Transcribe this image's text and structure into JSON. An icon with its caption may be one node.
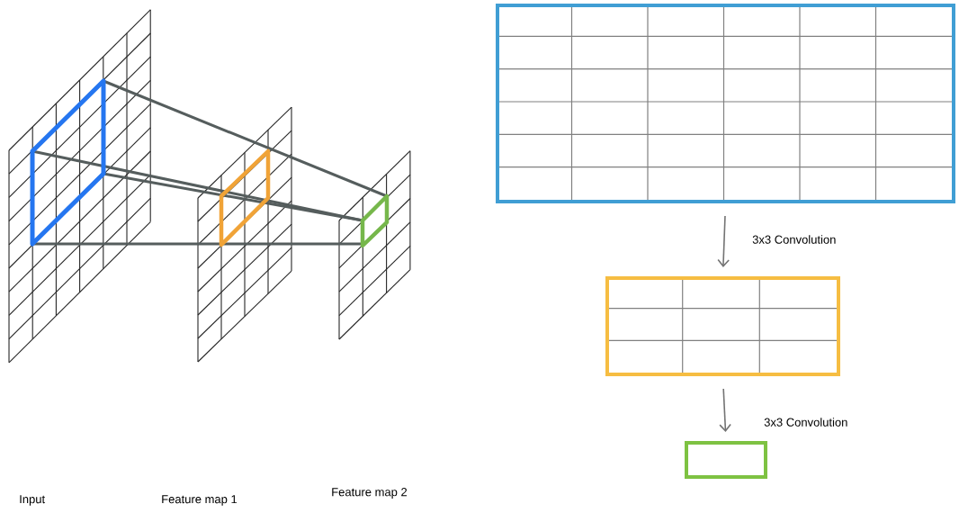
{
  "diagram": {
    "nodes": [
      {
        "text": [],
        "shape": "box"
      },
      {
        "text": [],
        "shape": "box"
      },
      {
        "text": [],
        "shape": "box"
      }
    ],
    "edges": [
      {
        "from": 0,
        "to": 1,
        "arrow": "to",
        "label": "3x3 Convolution"
      },
      {
        "from": 1,
        "to": 2,
        "arrow": "to",
        "label": "3x3 Convolution"
      }
    ],
    "labels": [
      "Input",
      "Feature map 1",
      "Feature map 2"
    ]
  }
}
